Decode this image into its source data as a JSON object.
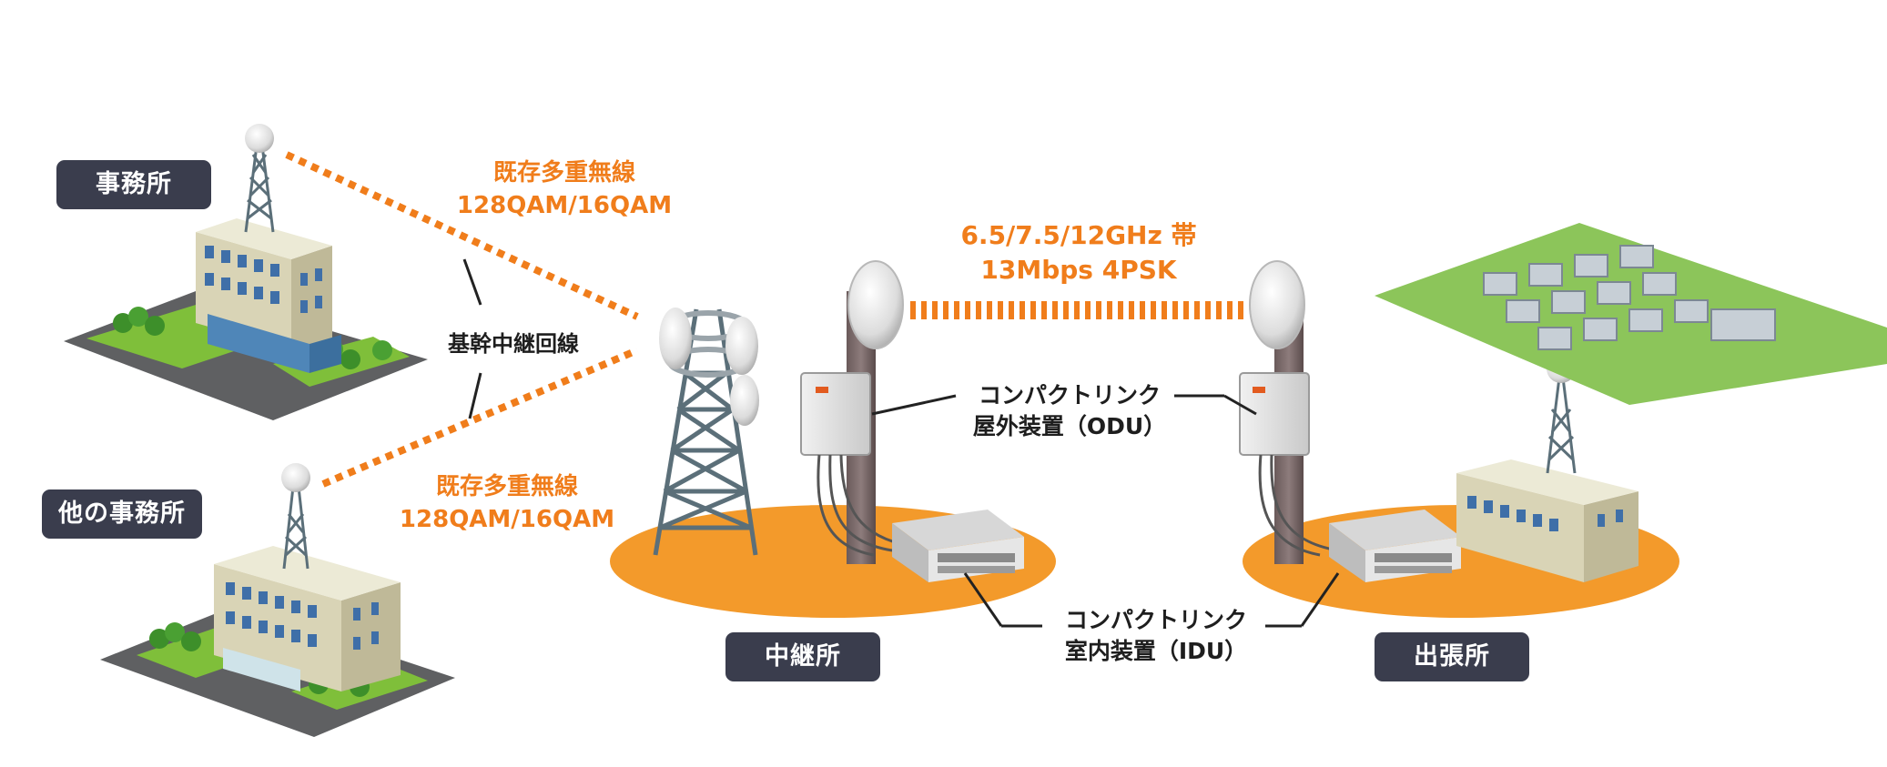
{
  "sites": {
    "office": "事務所",
    "other_office": "他の事務所",
    "relay": "中継所",
    "branch": "出張所"
  },
  "links": {
    "existing_upper": {
      "line1": "既存多重無線",
      "line2": "128QAM/16QAM"
    },
    "existing_lower": {
      "line1": "既存多重無線",
      "line2": "128QAM/16QAM"
    },
    "new_link": {
      "line1": "6.5/7.5/12GHz 帯",
      "line2": "13Mbps 4PSK"
    },
    "trunk": "基幹中継回線"
  },
  "equipment": {
    "odu": {
      "line1": "コンパクトリンク",
      "line2": "屋外装置（ODU）"
    },
    "idu": {
      "line1": "コンパクトリンク",
      "line2": "室内装置（IDU）"
    }
  },
  "colors": {
    "accent_orange": "#f07d1b",
    "badge": "#3a3d4d",
    "ground_orange": "#f39a2b",
    "grass": "#7fbf3a",
    "building": "#e8e4c8",
    "window": "#3f6fa8"
  }
}
